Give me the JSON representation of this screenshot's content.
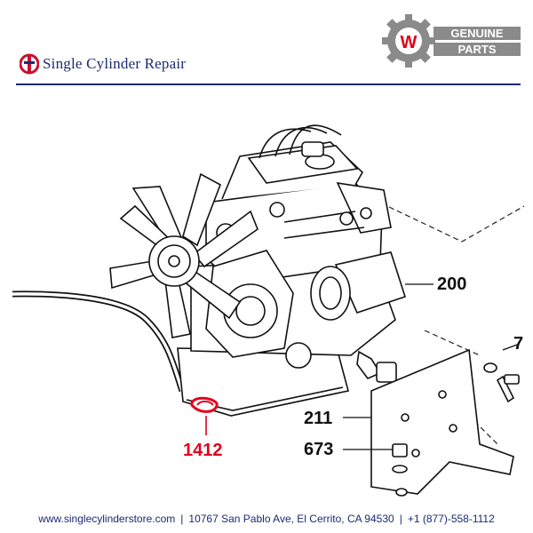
{
  "header": {
    "brand_name": "Single Cylinder Repair",
    "badge_line1": "GENUINE",
    "badge_line2": "PARTS",
    "badge_letter": "W"
  },
  "callouts": {
    "part_1412": "1412",
    "part_200": "200",
    "part_211": "211",
    "part_673": "673",
    "part_7": "7"
  },
  "footer": {
    "website": "www.singlecylinderstore.com",
    "address": "10767 San Pablo Ave, El Cerrito, CA 94530",
    "phone": "+1 (877)-558-1112",
    "separator": "|"
  },
  "colors": {
    "brand_blue": "#1b2a72",
    "highlight_red": "#e3001b",
    "badge_gray": "#8a8a8a"
  }
}
